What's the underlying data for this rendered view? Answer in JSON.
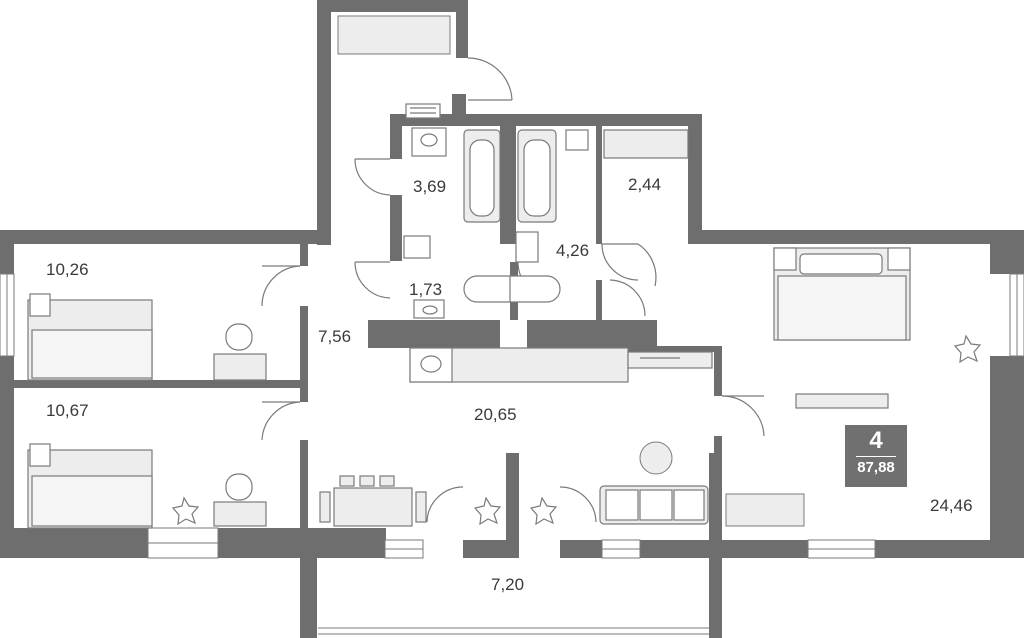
{
  "apartment": {
    "rooms": "4",
    "total_area": "87,88"
  },
  "rooms": {
    "bedroom_top_left": "10,26",
    "bedroom_bottom_left": "10,67",
    "bathroom_left": "3,69",
    "bathroom_right": "4,26",
    "toilet": "1,73",
    "storage": "2,44",
    "corridor": "7,56",
    "living_kitchen": "20,65",
    "master_bedroom": "24,46",
    "balcony": "7,20"
  },
  "colors": {
    "wall": "#6e6e6e",
    "furniture_stroke": "#7a7a7a",
    "furniture_fill": "#ededed",
    "badge": "#707070"
  }
}
